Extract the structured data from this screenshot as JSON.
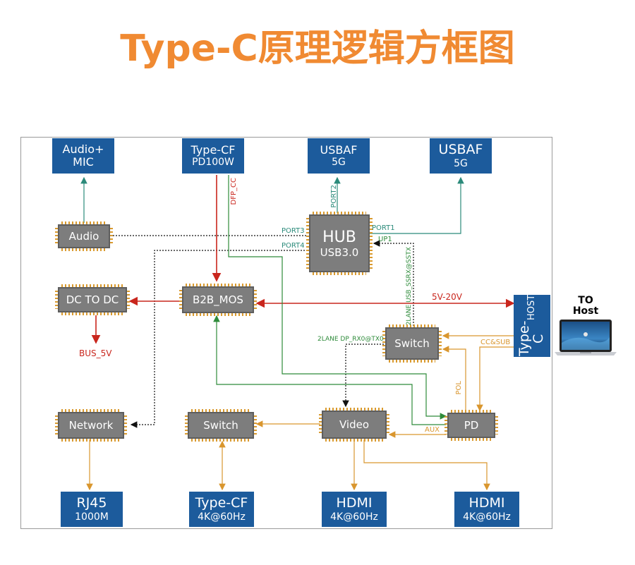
{
  "title": "Type-C原理逻辑方框图",
  "ports_top": [
    {
      "line1": "Audio+",
      "line2": "MIC"
    },
    {
      "line1": "Type-CF",
      "line2": "PD100W"
    },
    {
      "line1": "USBAF",
      "line2": "5G"
    },
    {
      "line1": "USBAF",
      "line2": "5G"
    }
  ],
  "ports_bottom": [
    {
      "line1": "RJ45",
      "line2": "1000M"
    },
    {
      "line1": "Type-CF",
      "line2": "4K@60Hz"
    },
    {
      "line1": "HDMI",
      "line2": "4K@60Hz"
    },
    {
      "line1": "HDMI",
      "line2": "4K@60Hz"
    }
  ],
  "host_port": {
    "line1": "Type-C",
    "line2": "HOST"
  },
  "hub": {
    "line1": "HUB",
    "line2": "USB3.0"
  },
  "chips": {
    "audio": "Audio",
    "dcdc": "DC TO DC",
    "b2b": "B2B_MOS",
    "switch_usb": "Switch",
    "network": "Network",
    "switch_video": "Switch",
    "video": "Video",
    "pd": "PD"
  },
  "labels": {
    "port1": "PORT1",
    "port2": "PORT2",
    "port3": "PORT3",
    "port4": "PORT4",
    "up1": "UP1",
    "dfp_cc": "DFP_CC",
    "ss": "2LANE USB_SSRX@SSTX",
    "dp": "2LANE DP_RX0@TX0",
    "voltage": "5V-20V",
    "bus": "BUS_5V",
    "cc_sub": "CC&SUB",
    "pol": "POL",
    "aux": "AUX"
  },
  "to_host": {
    "line1": "TO",
    "line2": "Host"
  },
  "colors": {
    "title": "#f08a32",
    "port_blue": "#1c5b9c",
    "chip_gray": "#7d7d7d",
    "power_red": "#c9261d",
    "usb_teal": "#2b8a7a",
    "signal_green": "#2e8b3a",
    "ctrl_orange": "#d9962e"
  }
}
